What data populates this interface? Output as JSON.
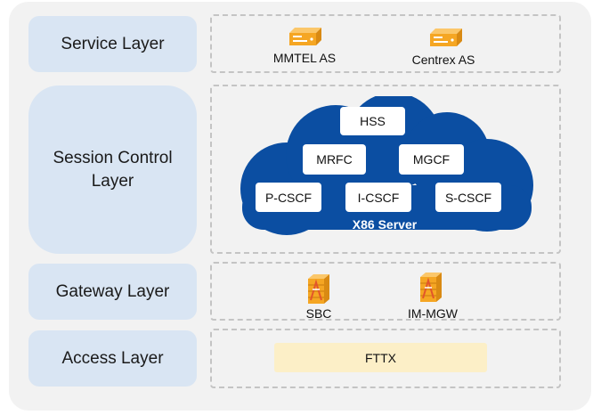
{
  "layers": {
    "service": "Service Layer",
    "session": "Session Control Layer",
    "gateway": "Gateway Layer",
    "access": "Access Layer"
  },
  "service_nodes": {
    "mmtel": "MMTEL AS",
    "centrex": "Centrex AS"
  },
  "cloud": {
    "title": "X86 Server",
    "color": "#0b4ea2",
    "functions": {
      "hss": "HSS",
      "mrfc": "MRFC",
      "mgcf": "MGCF",
      "pcscf": "P-CSCF",
      "icscf": "I-CSCF",
      "scscf": "S-CSCF"
    }
  },
  "gateway_nodes": {
    "sbc": "SBC",
    "immgw": "IM-MGW"
  },
  "access": {
    "fttx": "FTTX"
  },
  "icons": {
    "server": "server-appliance-icon",
    "gateway": "firewall-gateway-icon",
    "accent": "#f5a623"
  }
}
